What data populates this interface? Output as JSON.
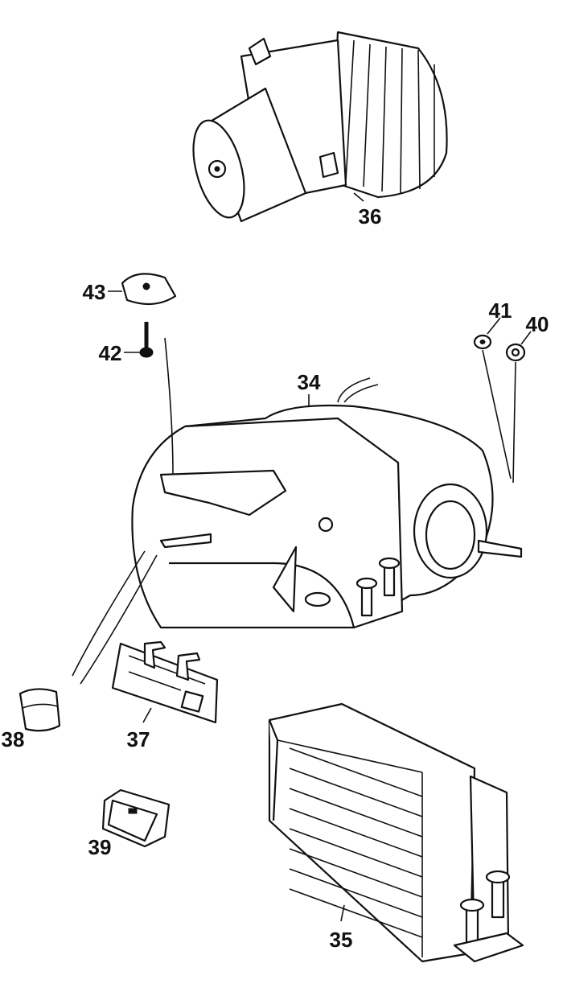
{
  "diagram": {
    "parts": [
      {
        "number": "36",
        "part": "blower-motor"
      },
      {
        "number": "43",
        "part": "speed-nut-clip"
      },
      {
        "number": "42",
        "part": "screw"
      },
      {
        "number": "41",
        "part": "washer"
      },
      {
        "number": "40",
        "part": "nut"
      },
      {
        "number": "34",
        "part": "heater-unit"
      },
      {
        "number": "38",
        "part": "control-knob"
      },
      {
        "number": "37",
        "part": "control-panel"
      },
      {
        "number": "39",
        "part": "rocker-switch"
      },
      {
        "number": "35",
        "part": "heater-matrix"
      }
    ]
  }
}
